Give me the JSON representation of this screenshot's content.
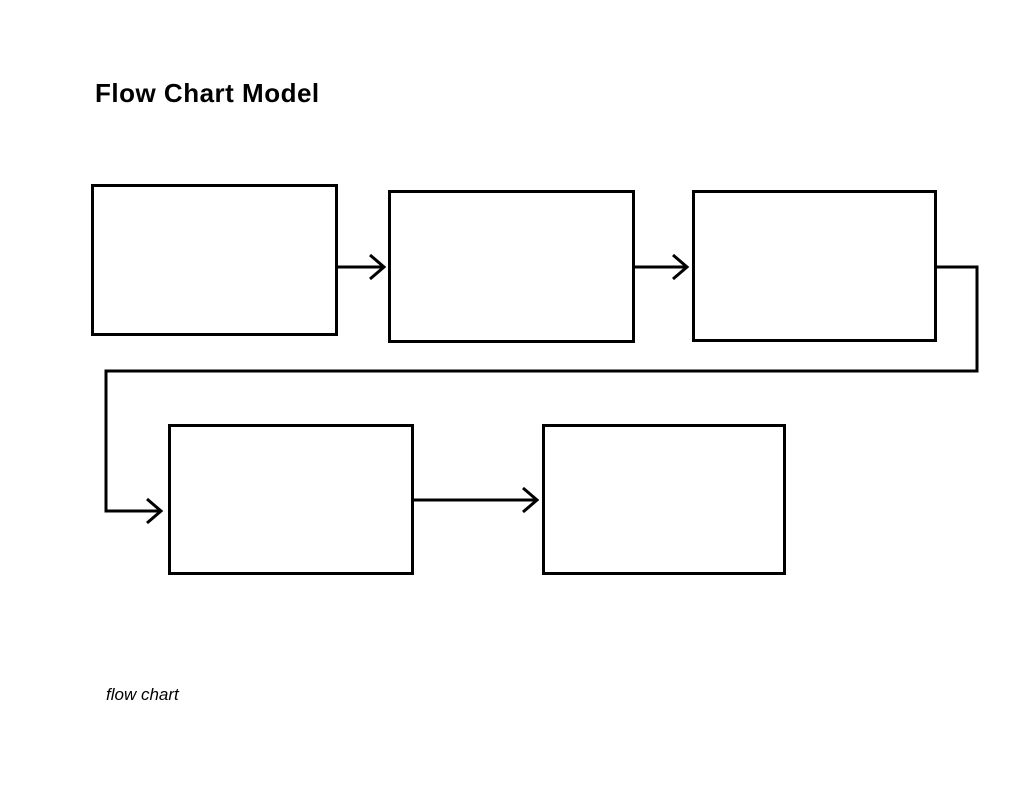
{
  "page": {
    "title": "Flow Chart Model",
    "caption": "flow chart",
    "background": "#ffffff"
  },
  "colors": {
    "line": "#000000",
    "text": "#000000"
  },
  "diagram": {
    "type": "flowchart-template",
    "nodes": [
      {
        "id": "box-1",
        "label": "",
        "row": 1
      },
      {
        "id": "box-2",
        "label": "",
        "row": 1
      },
      {
        "id": "box-3",
        "label": "",
        "row": 1
      },
      {
        "id": "box-4",
        "label": "",
        "row": 2
      },
      {
        "id": "box-5",
        "label": "",
        "row": 2
      }
    ],
    "edges": [
      {
        "from": "box-1",
        "to": "box-2",
        "style": "straight-arrow"
      },
      {
        "from": "box-2",
        "to": "box-3",
        "style": "straight-arrow"
      },
      {
        "from": "box-3",
        "to": "box-4",
        "style": "elbow-feedback-arrow"
      },
      {
        "from": "box-4",
        "to": "box-5",
        "style": "straight-arrow"
      }
    ]
  }
}
